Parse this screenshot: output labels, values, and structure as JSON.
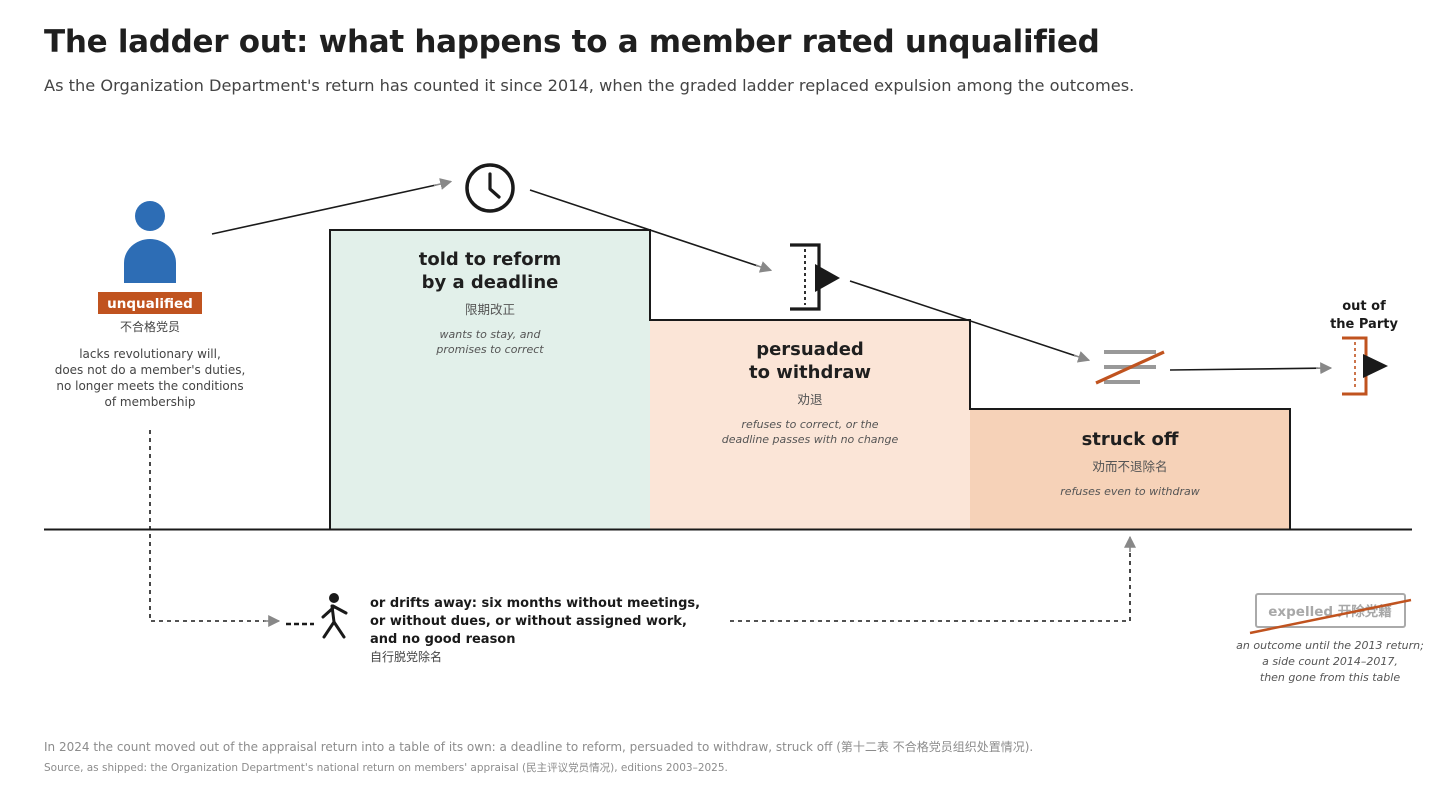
{
  "header": {
    "title": "The ladder out: what happens to a member rated unqualified",
    "subtitle": "As the Organization Department's return has counted it since 2014, when the graded ladder replaced expulsion among the outcomes."
  },
  "member": {
    "badge": "unqualified",
    "badge_zh": "不合格党员",
    "criteria": [
      "lacks revolutionary will,",
      "does not do a member's duties,",
      "no longer meets the conditions",
      "of membership"
    ]
  },
  "steps": [
    {
      "title": [
        "told to reform",
        "by a deadline"
      ],
      "zh": "限期改正",
      "note": [
        "wants to stay, and",
        "promises to correct"
      ],
      "color": "#e2f0ea",
      "icon": "clock-icon"
    },
    {
      "title": [
        "persuaded",
        "to withdraw"
      ],
      "zh": "劝退",
      "note": [
        "refuses to correct, or the",
        "deadline passes with no change"
      ],
      "color": "#fbe5d7",
      "icon": "door-exit-icon"
    },
    {
      "title": [
        "struck off"
      ],
      "zh": "劝而不退除名",
      "note": [
        "refuses even to withdraw"
      ],
      "color": "#f6d2b8",
      "icon": "struck-list-icon"
    }
  ],
  "exit": {
    "label": [
      "out of",
      "the Party"
    ],
    "icon": "door-exit-icon"
  },
  "drift": {
    "text": [
      "or drifts away: six months without meetings,",
      "or without dues, or without assigned work,",
      "and no good reason"
    ],
    "zh": "自行脱党除名",
    "icon": "walking-person-icon"
  },
  "expelled": {
    "label": "expelled 开除党籍",
    "note": [
      "an outcome until the 2013 return;",
      "a side count 2014–2017,",
      "then gone from this table"
    ]
  },
  "footer": {
    "note": "In 2024 the count moved out of the appraisal return into a table of its own: a deadline to reform, persuaded to withdraw, struck off (第十二表 不合格党员组织处置情况).",
    "source": "Source, as shipped: the Organization Department's national return on members' appraisal (民主评议党员情况), editions 2003–2025."
  },
  "colors": {
    "accent": "#c0531f",
    "person": "#2d6db5",
    "ink": "#1a1a1a",
    "arrow": "#888888",
    "muted": "#9a9a9a"
  }
}
